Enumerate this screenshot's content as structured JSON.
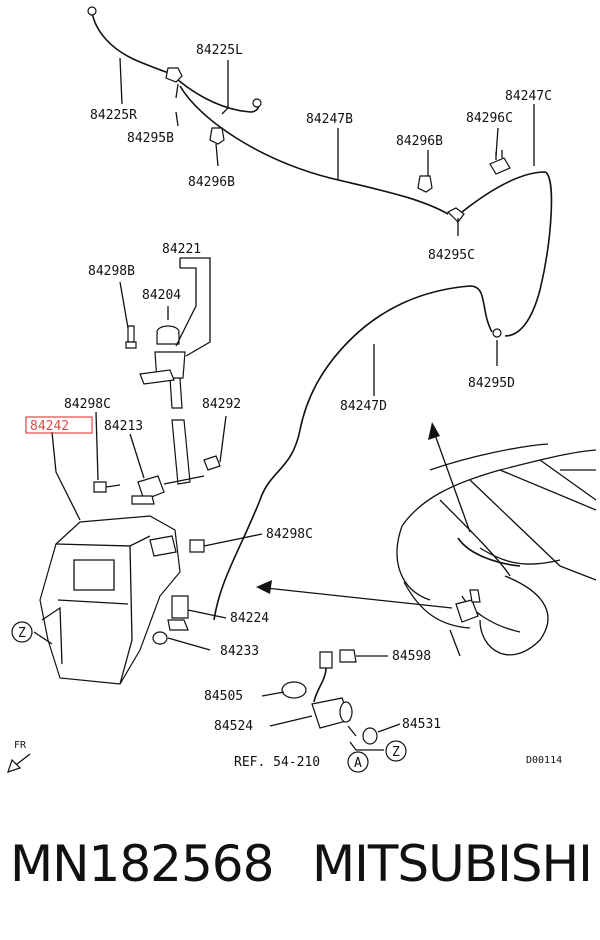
{
  "labels": {
    "p84225L": "84225L",
    "p84225R": "84225R",
    "p84295B": "84295B",
    "p84296B_left": "84296B",
    "p84247B": "84247B",
    "p84296B_right": "84296B",
    "p84296C": "84296C",
    "p84247C": "84247C",
    "p84295C": "84295C",
    "p84221": "84221",
    "p84298B": "84298B",
    "p84204": "84204",
    "p84295D": "84295D",
    "p84298C_top": "84298C",
    "p84292": "84292",
    "p84247D": "84247D",
    "p84242": "84242",
    "p84213": "84213",
    "p84298C_mid": "84298C",
    "p84224": "84224",
    "p84233": "84233",
    "p84598": "84598",
    "p84505": "84505",
    "p84524": "84524",
    "p84531": "84531",
    "ref": "REF. 54-210",
    "circleA": "A",
    "circleZ_left": "Z",
    "circleZ_right": "Z",
    "fr": "FR",
    "code": "D00114"
  },
  "footer": {
    "part_number": "MN182568",
    "brand": "MITSUBISHI"
  },
  "colors": {
    "highlight": "#e04848",
    "line": "#111111"
  }
}
